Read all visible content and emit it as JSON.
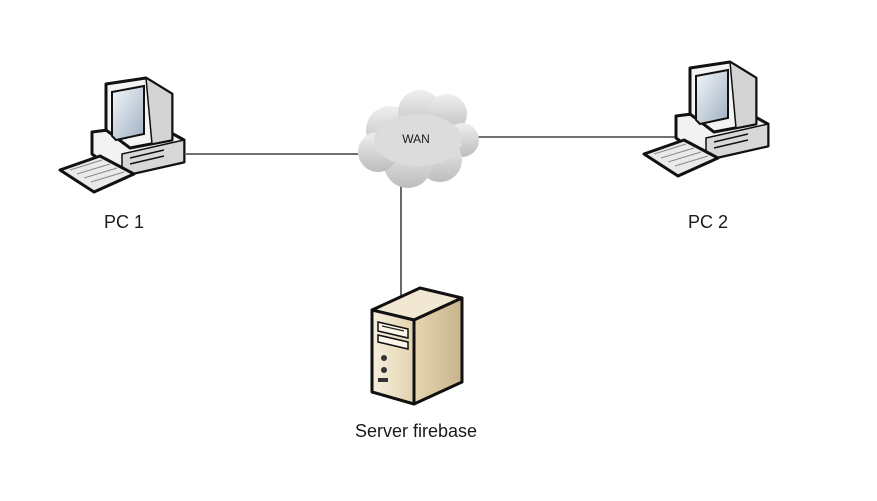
{
  "nodes": {
    "pc1": {
      "label": "PC 1"
    },
    "pc2": {
      "label": "PC 2"
    },
    "wan": {
      "label": "WAN"
    },
    "server": {
      "label": "Server firebase"
    }
  },
  "connections": [
    {
      "from": "pc1",
      "to": "wan"
    },
    {
      "from": "wan",
      "to": "pc2"
    },
    {
      "from": "wan",
      "to": "server"
    }
  ],
  "colors": {
    "line": "#1a1a1a",
    "cloud": "#d3d3d3",
    "server_body": "#e9dcc0",
    "pc_screen": "#c8d2dc"
  },
  "icons": {
    "pc": "desktop-computer-icon",
    "cloud": "cloud-icon",
    "server": "tower-server-icon"
  }
}
